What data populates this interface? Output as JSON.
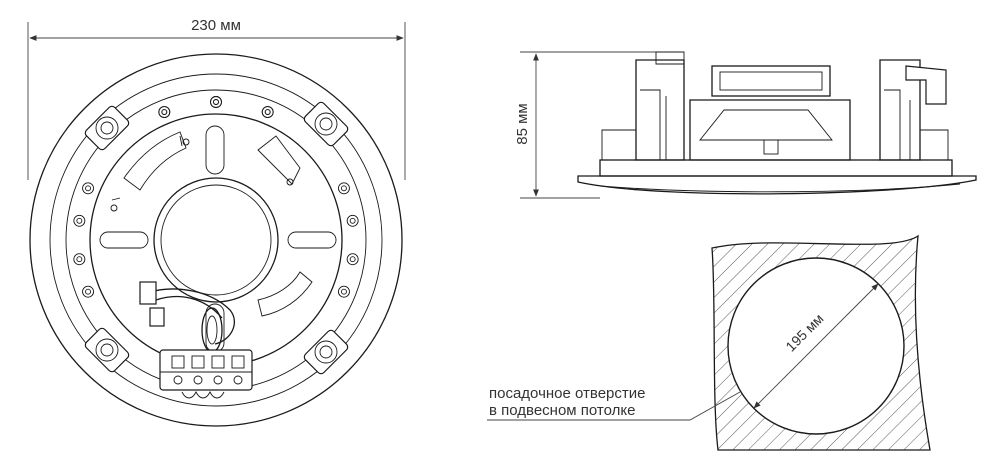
{
  "dimensions": {
    "overall_diameter": "230 мм",
    "height": "85 мм",
    "cutout_diameter": "195 мм"
  },
  "annotation": {
    "line1": "посадочное отверстие",
    "line2": "в подвесном потолке"
  },
  "colors": {
    "line": "#1a1a1a",
    "text": "#333333",
    "background": "#ffffff"
  }
}
